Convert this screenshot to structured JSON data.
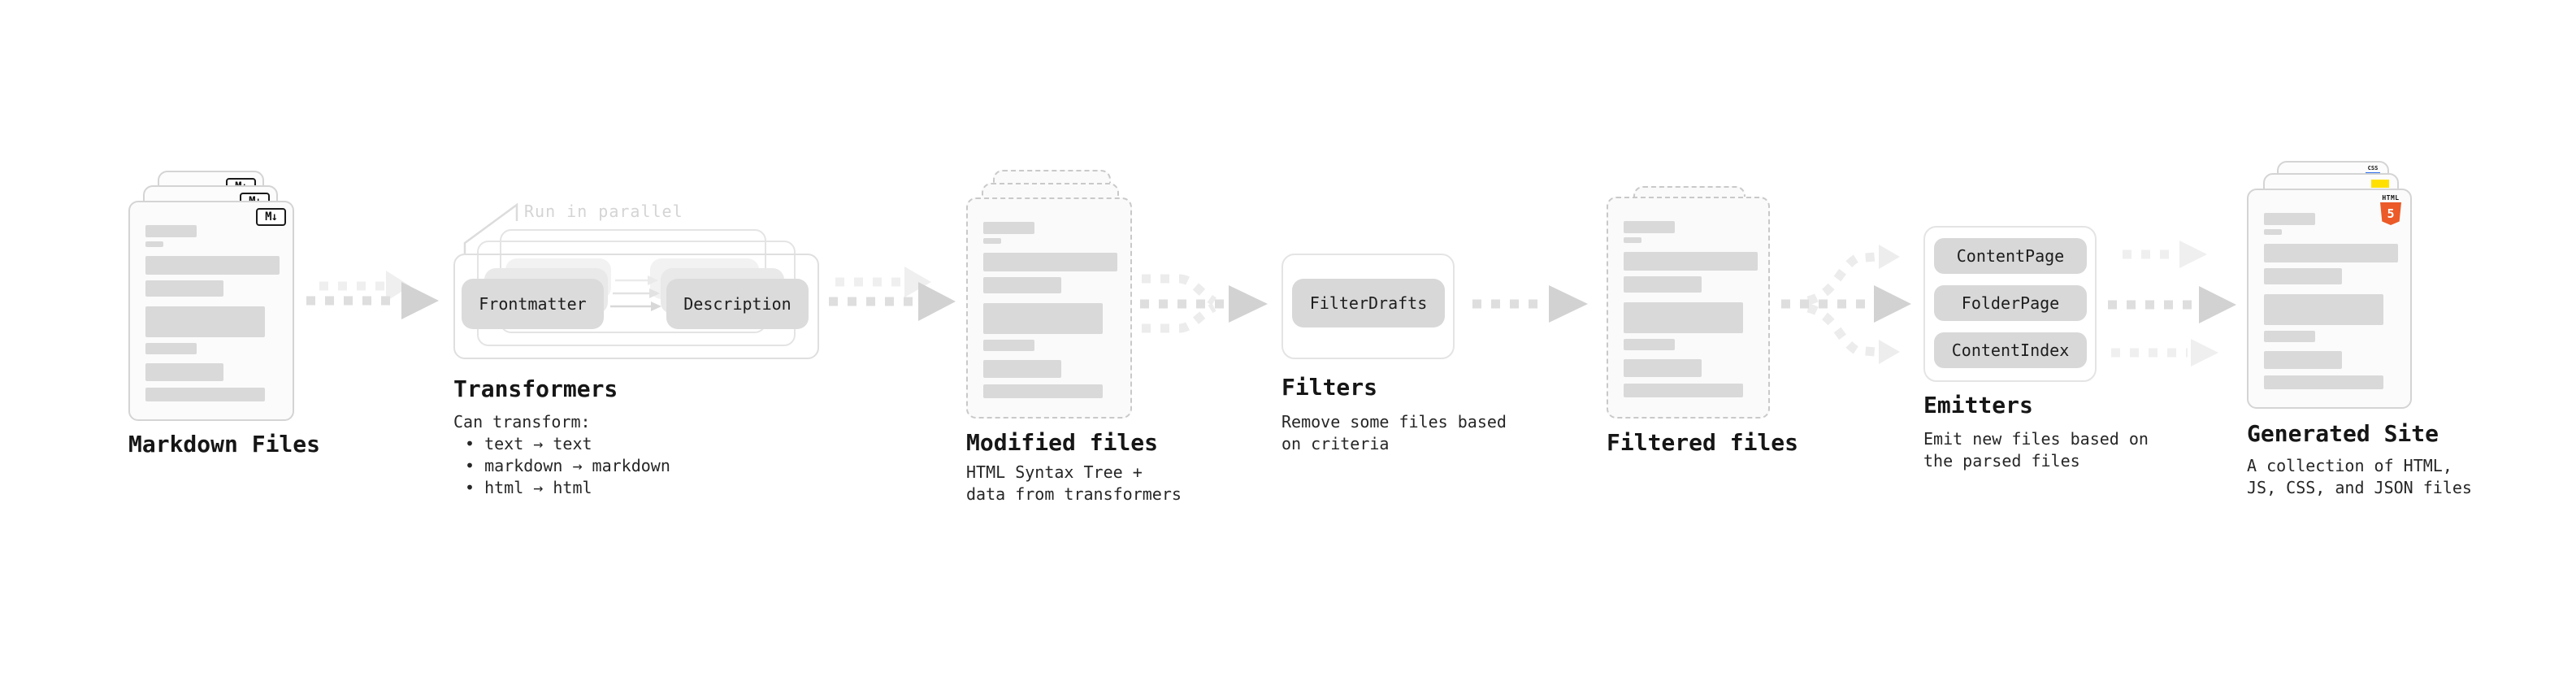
{
  "diagram": {
    "stages": {
      "markdown": {
        "title": "Markdown Files"
      },
      "transformers": {
        "title": "Transformers",
        "annotation": "Run in parallel",
        "button_from": "Frontmatter",
        "button_to": "Description",
        "desc_heading": "Can transform:",
        "bullets": [
          "• text → text",
          "• markdown → markdown",
          "• html → html"
        ]
      },
      "modified": {
        "title": "Modified files",
        "desc": "HTML Syntax Tree +\ndata from transformers"
      },
      "filters": {
        "title": "Filters",
        "button": "FilterDrafts",
        "desc": "Remove some files based\non criteria"
      },
      "filtered": {
        "title": "Filtered files"
      },
      "emitters": {
        "title": "Emitters",
        "buttons": [
          "ContentPage",
          "FolderPage",
          "ContentIndex"
        ],
        "desc": "Emit new files based on\nthe parsed files"
      },
      "generated": {
        "title": "Generated Site",
        "desc": "A collection of HTML,\nJS, CSS, and JSON files"
      }
    },
    "badges": {
      "markdown": "M↓",
      "css_label": "CSS",
      "html_label": "HTML",
      "html_number": "5"
    },
    "colors": {
      "accent_orange": "#eb5a28",
      "accent_yellow": "#ffe000",
      "accent_blue": "#2f6fed",
      "arrow_dark_dash": "#dedede",
      "arrow_dark_head": "#d2d2d2",
      "arrow_light": "#efefef"
    }
  }
}
